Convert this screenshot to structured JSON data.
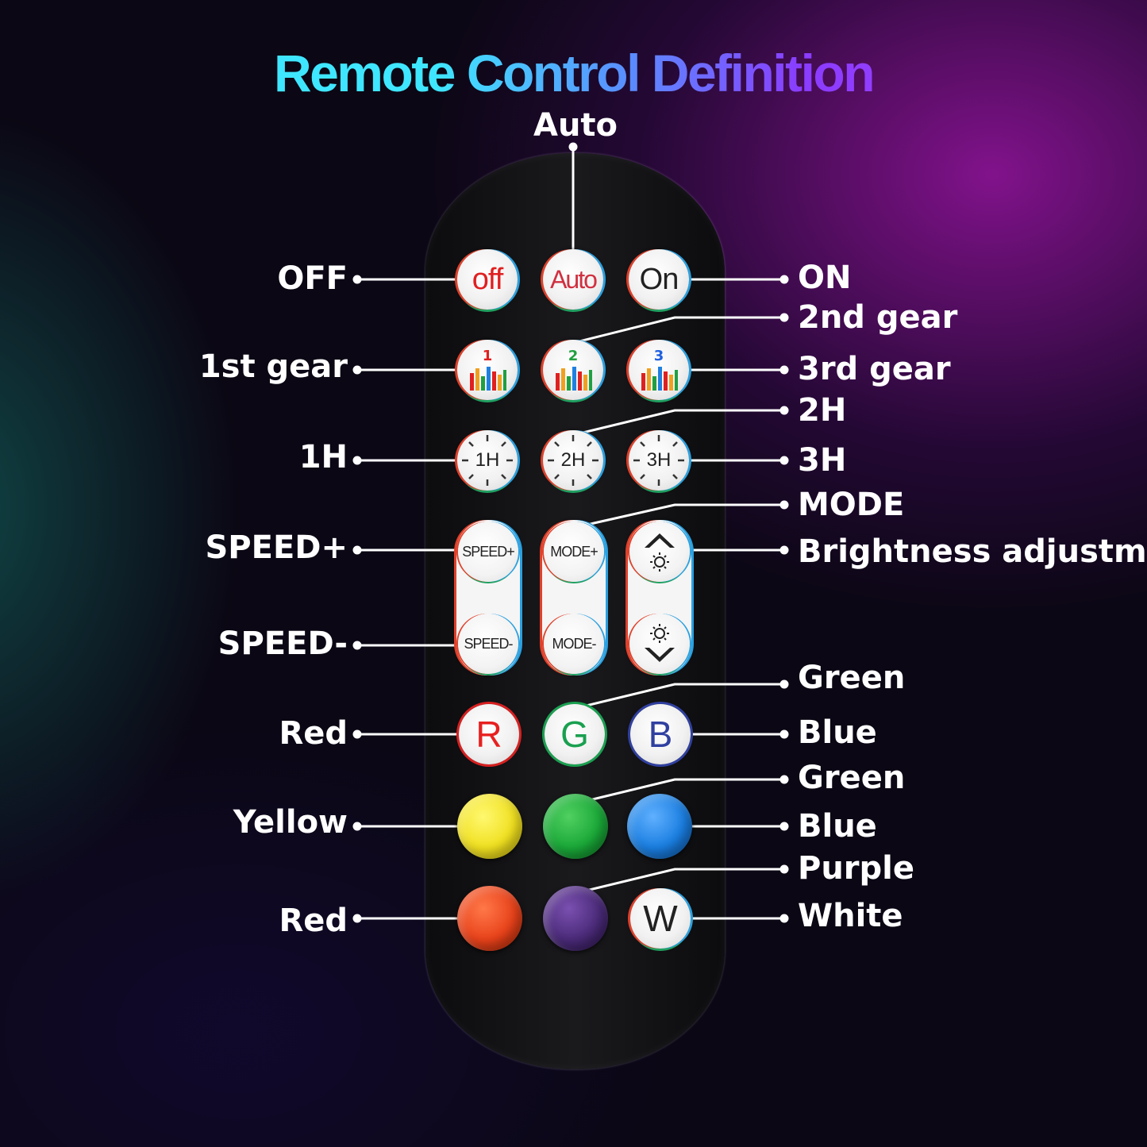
{
  "title": "Remote Control Definition",
  "labels": {
    "auto": "Auto",
    "off": "OFF",
    "on": "ON",
    "gear2": "2nd gear",
    "gear1": "1st gear",
    "gear3": "3rd gear",
    "h2": "2H",
    "h1": "1H",
    "h3": "3H",
    "mode": "MODE",
    "speed_plus": "SPEED+",
    "brightness": "Brightness adjustme",
    "speed_minus": "SPEED-",
    "green1": "Green",
    "red1": "Red",
    "blue1": "Blue",
    "green2": "Green",
    "yellow": "Yellow",
    "blue2": "Blue",
    "purple": "Purple",
    "red2": "Red",
    "white": "White"
  },
  "buttons": {
    "off": "off",
    "auto": "Auto",
    "on": "On",
    "gear1": "1",
    "gear2": "2",
    "gear3": "3",
    "timer1": "1H",
    "timer2": "2H",
    "timer3": "3H",
    "speed_plus": "SPEED+",
    "speed_minus": "SPEED-",
    "mode_plus": "MODE+",
    "mode_minus": "MODE-",
    "r": "R",
    "g": "G",
    "b": "B",
    "w": "W"
  },
  "colors": {
    "title_start": "#3fe6ff",
    "title_end": "#b040ff",
    "red_btn": "#e8421a",
    "green_btn": "#1aa838",
    "blue_btn": "#1a7ee0",
    "yellow_btn": "#f0e020",
    "purple_btn": "#4a2a78",
    "r_text": "#e82020",
    "g_text": "#1aa050",
    "b_text": "#3040a0"
  }
}
